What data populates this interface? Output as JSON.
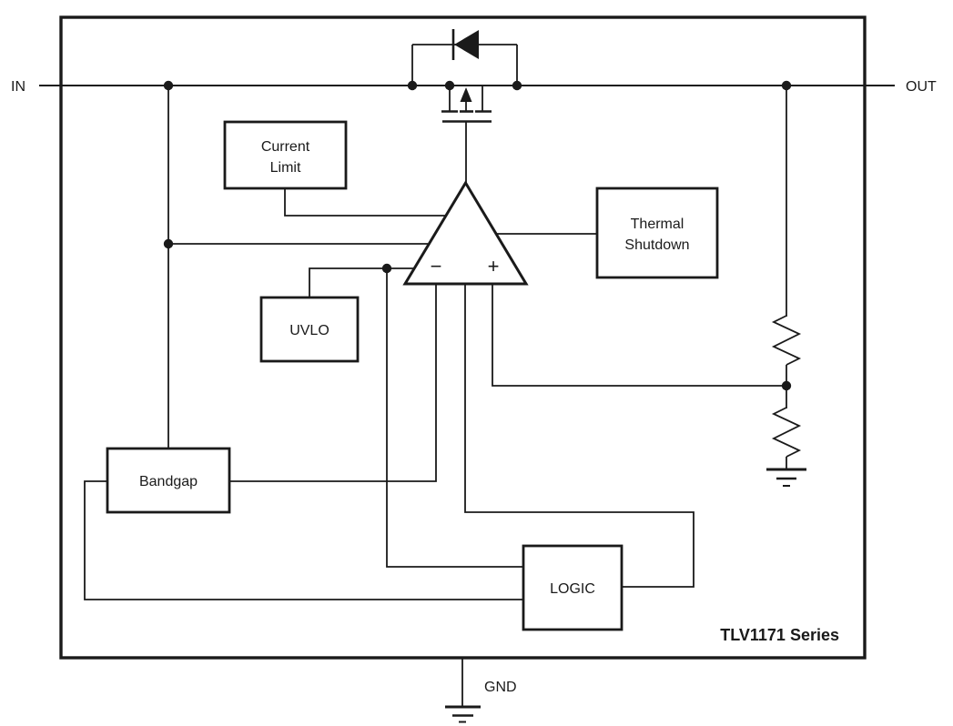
{
  "title": "TLV1171 Series",
  "colors": {
    "ink": "#1a1a1a",
    "background": "#ffffff"
  },
  "pins": {
    "in_label": "IN",
    "out_label": "OUT",
    "gnd_label": "GND"
  },
  "blocks": {
    "current_limit": {
      "line1": "Current",
      "line2": "Limit"
    },
    "thermal_shutdown": {
      "line1": "Thermal",
      "line2": "Shutdown"
    },
    "uvlo": {
      "label": "UVLO"
    },
    "bandgap": {
      "label": "Bandgap"
    },
    "logic": {
      "label": "LOGIC"
    }
  },
  "error_amp": {
    "inverting_label": "−",
    "noninverting_label": "+"
  }
}
